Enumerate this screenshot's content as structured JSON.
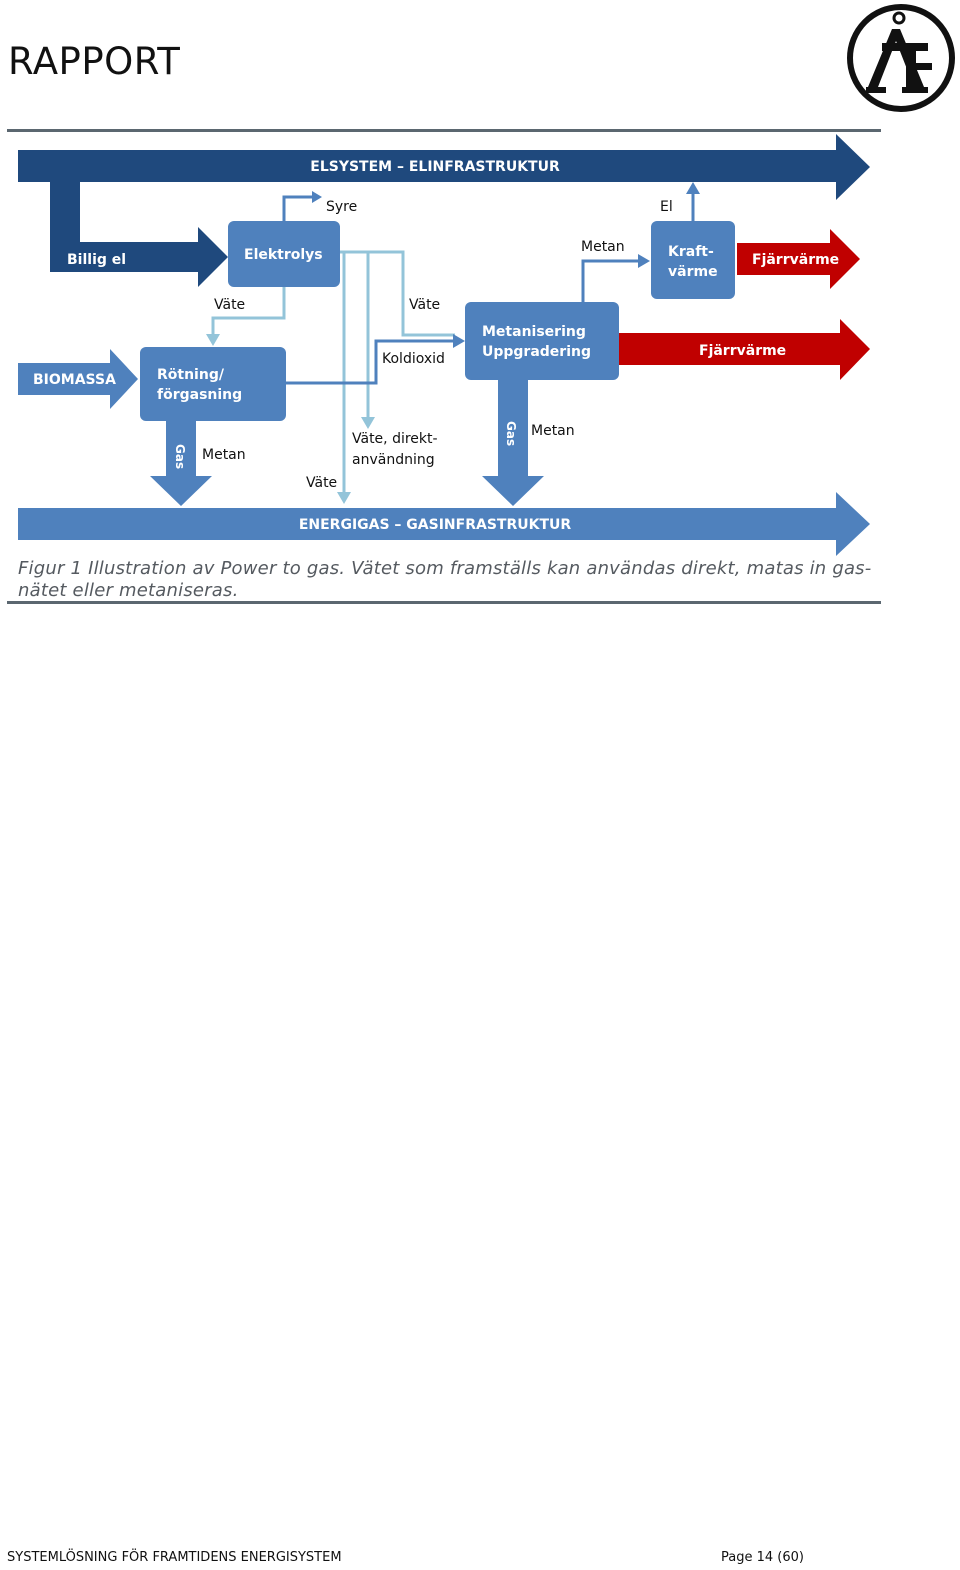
{
  "header": {
    "title": "RAPPORT"
  },
  "logo": {
    "icon": "afry-logo-icon"
  },
  "diagram": {
    "elsystem": "ELSYSTEM – ELINFRASTRUKTUR",
    "energigas": "ENERGIGAS – GASINFRASTRUKTUR",
    "billig_el": "Billig el",
    "elektrolys": "Elektrolys",
    "syre": "Syre",
    "el": "El",
    "metan_top": "Metan",
    "kraftvarme_line1": "Kraft-",
    "kraftvarme_line2": "värme",
    "fjarrvarme_top": "Fjärrvärme",
    "vate_left": "Väte",
    "vate_mid": "Väte",
    "metanisering_line1": "Metanisering",
    "metanisering_line2": "Uppgradering",
    "fjarrvarme_mid": "Fjärrvärme",
    "koldioxid": "Koldioxid",
    "biomassa": "BIOMASSA",
    "rotning_line1": "Rötning/",
    "rotning_line2": "förgasning",
    "gas_left": "Gas",
    "metan_left": "Metan",
    "vate_direkt_line1": "Väte, direkt-",
    "vate_direkt_line2": "användning",
    "vate_bottom": "Väte",
    "gas_right": "Gas",
    "metan_right": "Metan",
    "colors": {
      "dark_blue": "#1f497d",
      "mid_blue": "#4f81bd",
      "light_blue": "#93c4d9",
      "red": "#c00000"
    }
  },
  "caption": {
    "line1": "Figur 1 Illustration av Power to gas. Vätet som framställs kan användas direkt, matas in gas-",
    "line2": "nätet eller metaniseras."
  },
  "footer": {
    "left": "SYSTEMLÖSNING FÖR FRAMTIDENS ENERGISYSTEM",
    "right": "Page 14 (60)"
  }
}
